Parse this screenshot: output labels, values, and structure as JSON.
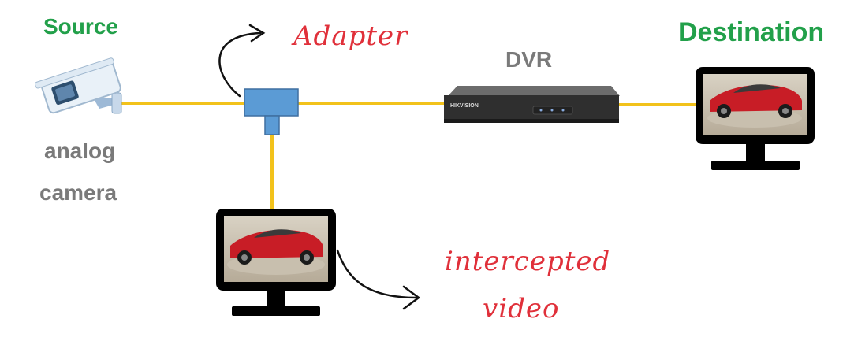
{
  "labels": {
    "source": "Source",
    "camera_line1": "analog",
    "camera_line2": "camera",
    "adapter": "Adapter",
    "dvr": "DVR",
    "destination": "Destination",
    "intercepted_line1": "intercepted",
    "intercepted_line2": "video",
    "brand": "HIKVISION"
  },
  "colors": {
    "cable": "#f2c21b",
    "heading_green": "#22a04a",
    "label_grey": "#7a7a7a",
    "handwriting_red": "#e0303a",
    "adapter_blue": "#5b9bd5"
  },
  "icons": [
    "camera-icon",
    "adapter-icon",
    "dvr-icon",
    "monitor-icon",
    "arrow-icon"
  ]
}
